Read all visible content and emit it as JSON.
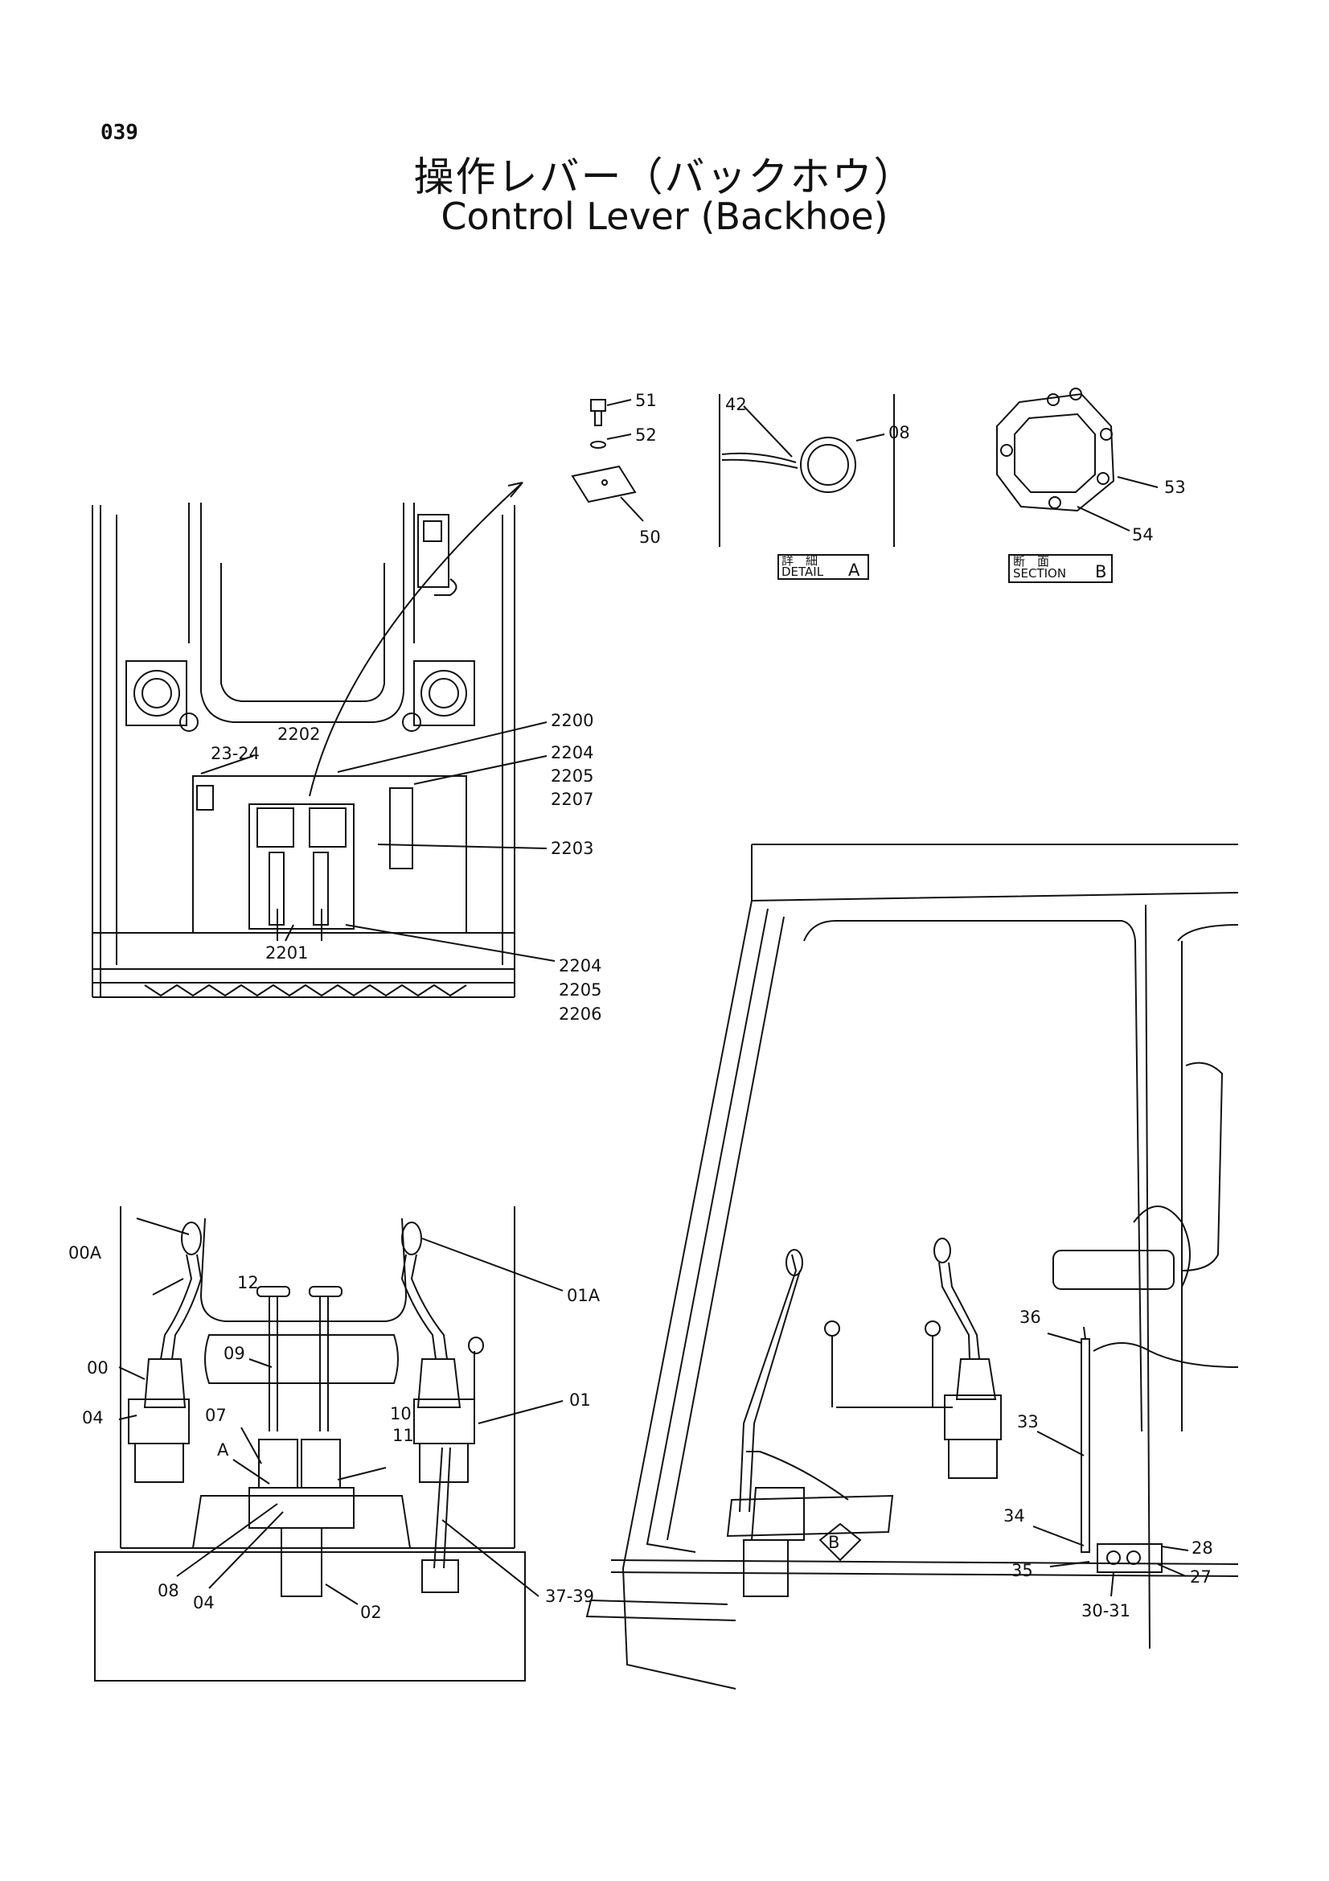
{
  "page": {
    "number": "039"
  },
  "title": {
    "japanese": "操作レバー（バックホウ）",
    "english": "Control Lever (Backhoe)"
  },
  "detail_a": {
    "caption_ja": "詳　細",
    "caption_en": "DETAIL",
    "letter": "A"
  },
  "section_b": {
    "caption_ja": "断　面",
    "caption_en": "SECTION",
    "letter": "B"
  },
  "labels": {
    "p51": "51",
    "p52": "52",
    "p50": "50",
    "p42": "42",
    "p08a": "08",
    "p53": "53",
    "p54": "54",
    "p2200": "2200",
    "p2202": "2202",
    "p23_24": "23-24",
    "p2204a": "2204",
    "p2205a": "2205",
    "p2207": "2207",
    "p2203": "2203",
    "p2201": "2201",
    "p2204b": "2204",
    "p2205b": "2205",
    "p2206": "2206",
    "p00A": "00A",
    "p01A": "01A",
    "p12": "12",
    "p09": "09",
    "p00": "00",
    "p04a": "04",
    "p07": "07",
    "pA": "A",
    "p10": "10",
    "p11": "11",
    "p01": "01",
    "p08b": "08",
    "p04b": "04",
    "p02": "02",
    "p37_39": "37-39",
    "p36": "36",
    "p33": "33",
    "p34": "34",
    "p28": "28",
    "p35": "35",
    "p27": "27",
    "p30_31": "30-31",
    "pB": "B"
  }
}
